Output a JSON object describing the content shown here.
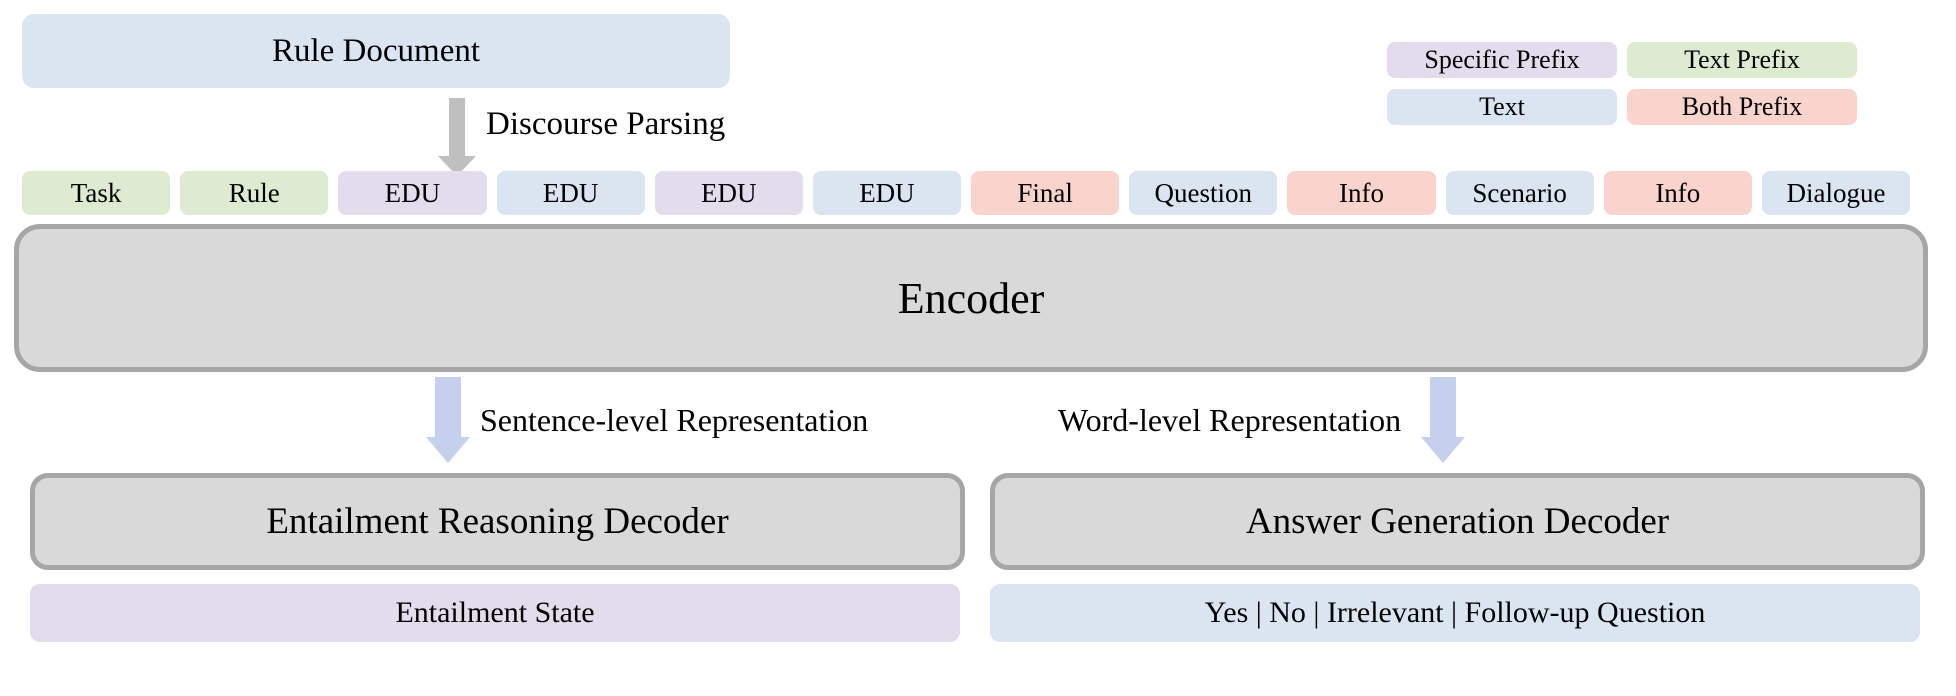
{
  "diagram": {
    "rule_document_label": "Rule Document",
    "discourse_parsing_label": "Discourse Parsing",
    "legend": [
      {
        "label": "Specific Prefix",
        "type": "specific_prefix"
      },
      {
        "label": "Text Prefix",
        "type": "text_prefix"
      },
      {
        "label": "Text",
        "type": "text"
      },
      {
        "label": "Both Prefix",
        "type": "both_prefix"
      }
    ],
    "tokens": [
      {
        "label": "Task",
        "type": "text_prefix"
      },
      {
        "label": "Rule",
        "type": "text_prefix"
      },
      {
        "label": "EDU",
        "type": "specific_prefix"
      },
      {
        "label": "EDU",
        "type": "text"
      },
      {
        "label": "EDU",
        "type": "specific_prefix"
      },
      {
        "label": "EDU",
        "type": "text"
      },
      {
        "label": "Final",
        "type": "both_prefix"
      },
      {
        "label": "Question",
        "type": "text"
      },
      {
        "label": "Info",
        "type": "both_prefix"
      },
      {
        "label": "Scenario",
        "type": "text"
      },
      {
        "label": "Info",
        "type": "both_prefix"
      },
      {
        "label": "Dialogue",
        "type": "text"
      }
    ],
    "encoder_label": "Encoder",
    "sentence_level_label": "Sentence-level Representation",
    "word_level_label": "Word-level Representation",
    "entailment_decoder_label": "Entailment Reasoning Decoder",
    "answer_decoder_label": "Answer Generation Decoder",
    "entailment_output_label": "Entailment State",
    "answer_output_label": "Yes | No | Irrelevant | Follow-up Question",
    "colors": {
      "text": "#dbe5f2",
      "text_prefix": "#ddebd1",
      "specific_prefix": "#e2dcec",
      "both_prefix": "#f9d4cc",
      "module_fill": "#d9d9d9",
      "module_border": "#a6a6a6",
      "parse_arrow": "#bfbfbf",
      "representation_arrow": "#c5d0ed"
    }
  }
}
